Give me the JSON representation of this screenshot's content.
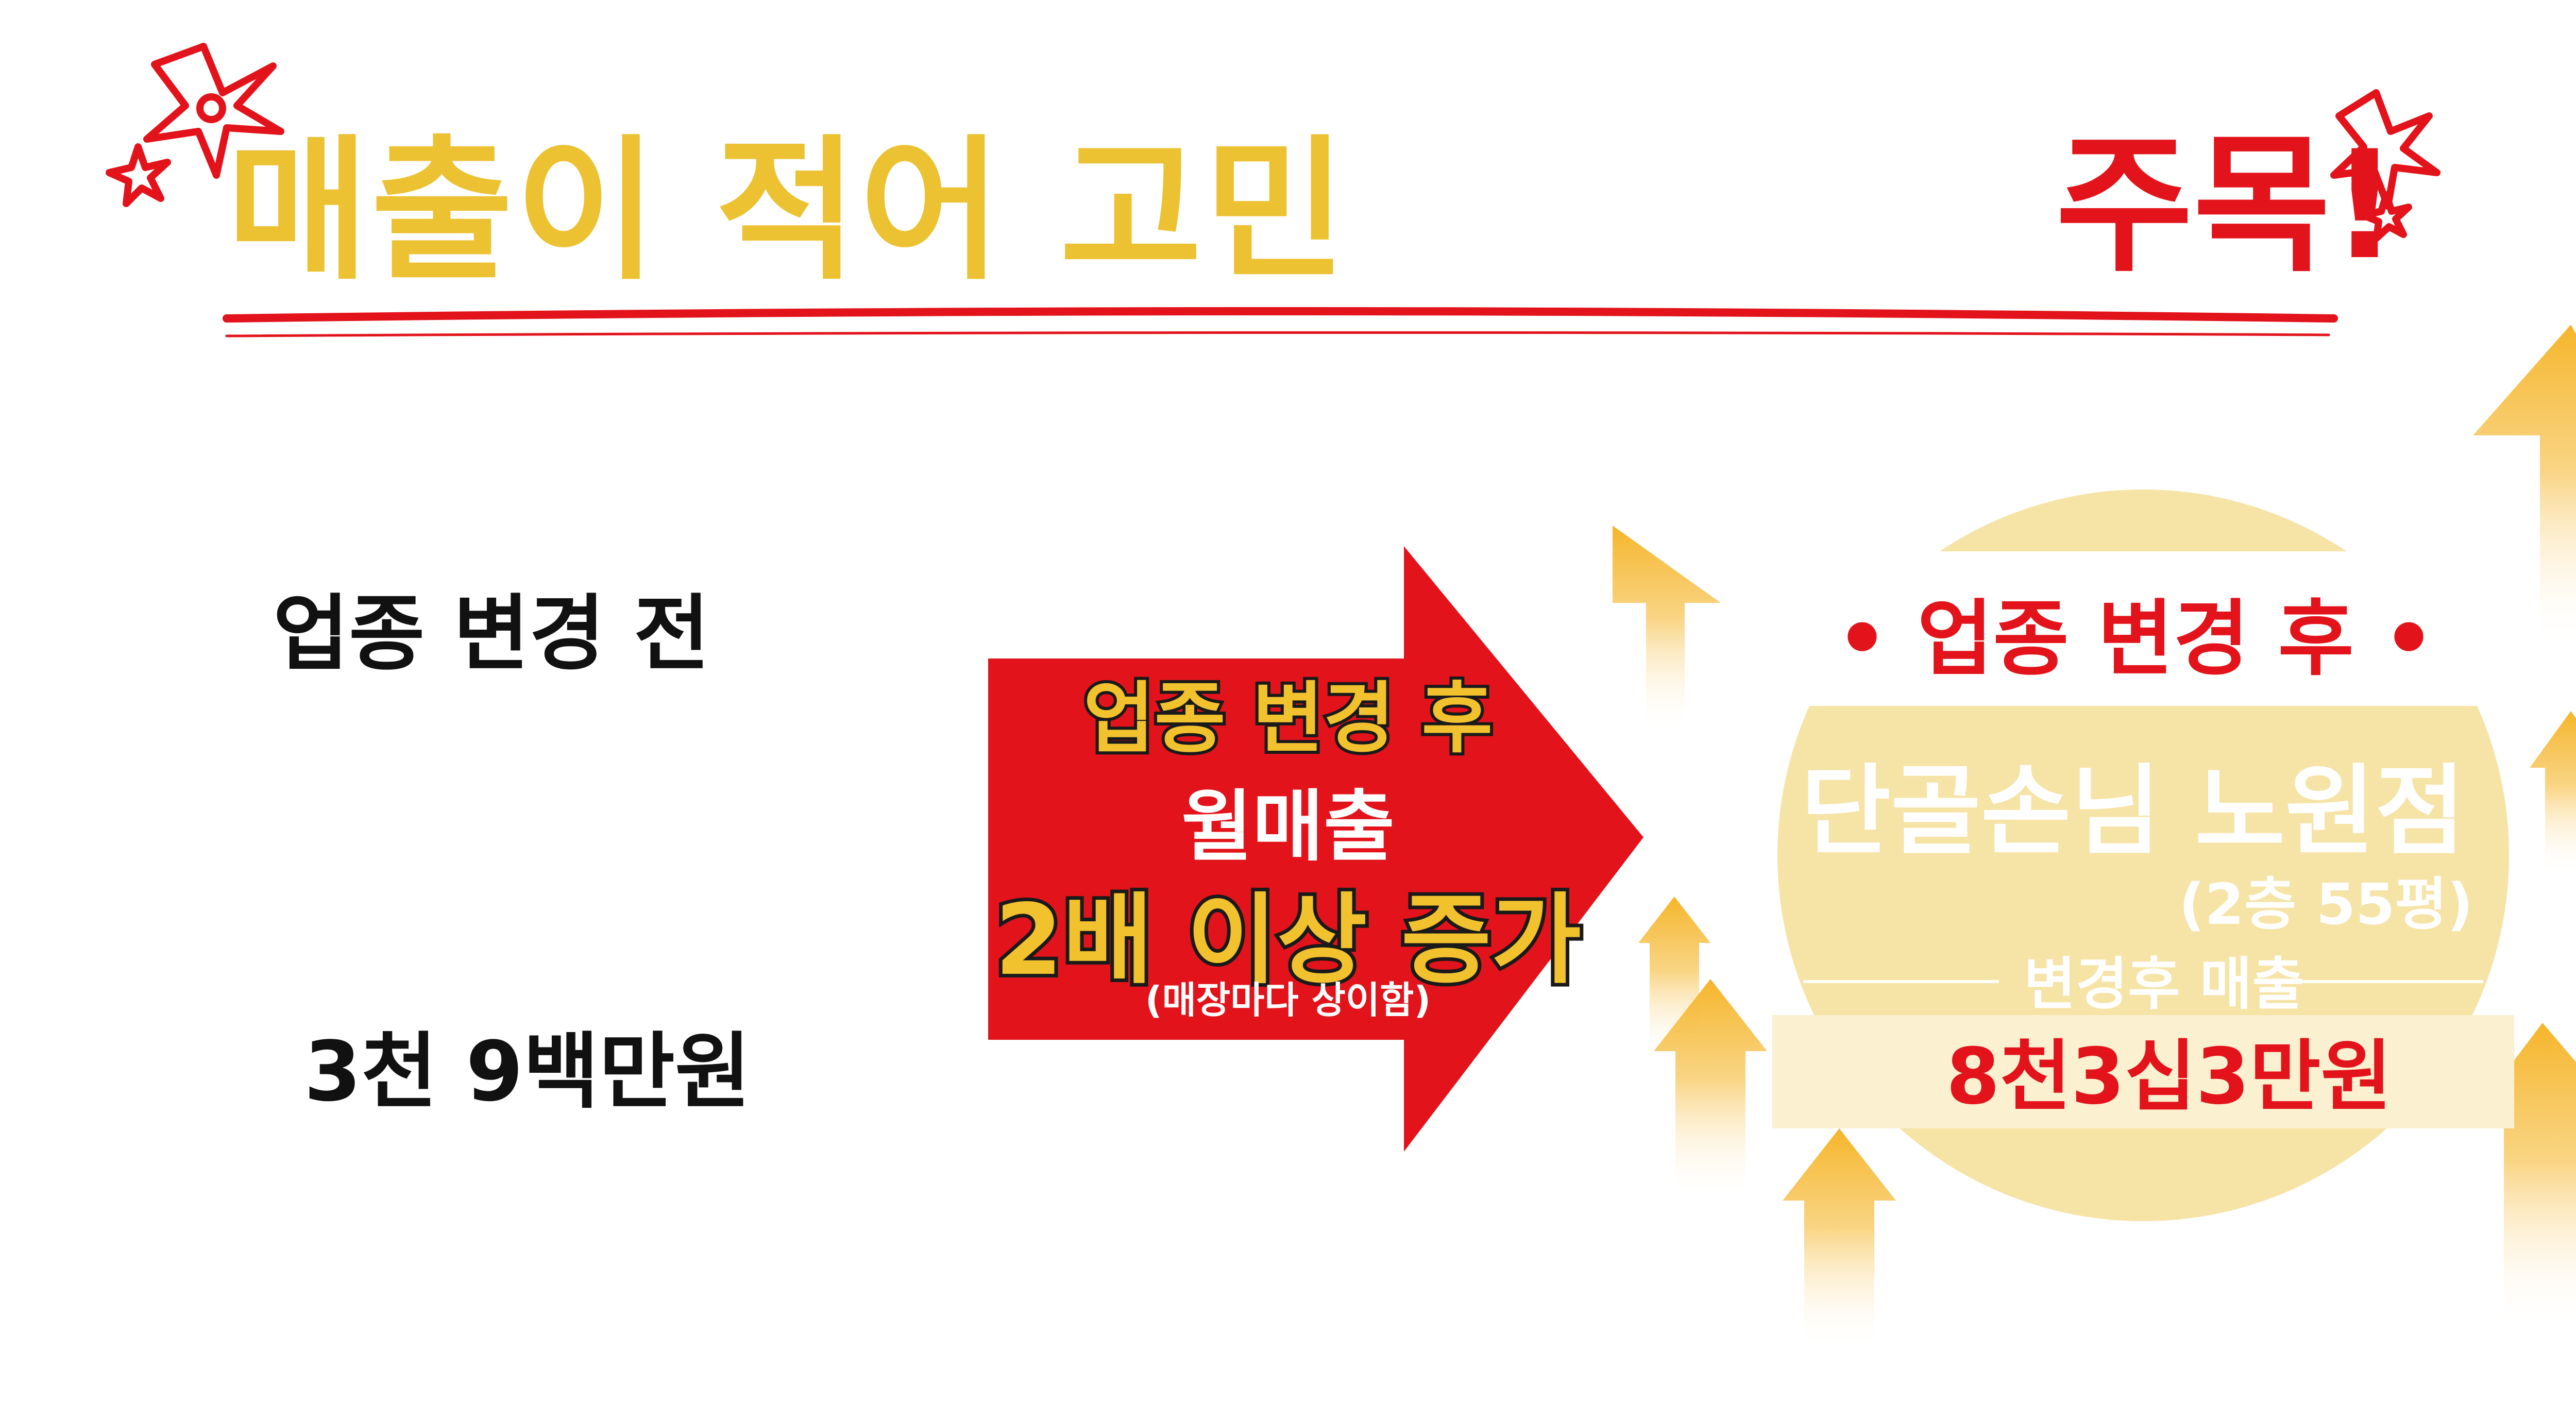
{
  "headline": "매출이 적어 고민",
  "attention": "주목!",
  "before": {
    "label": "업종 변경 전",
    "amount": "3천 9백만원"
  },
  "arrow": {
    "line1": "업종 변경 후",
    "line2": "월매출",
    "line3": "2배 이상 증가",
    "note": "(매장마다 상이함)"
  },
  "after": {
    "label": "• 업종 변경 후 •",
    "store_name": "단골손님 노원점",
    "store_size": "(2층 55평)",
    "sales_label": "변경후 매출",
    "sales_amount": "8천3십3만원"
  },
  "colors": {
    "gold": "#ecc233",
    "red": "#e3131b",
    "circle": "#f6e3a6",
    "arrow_up": "#f5b52a"
  }
}
